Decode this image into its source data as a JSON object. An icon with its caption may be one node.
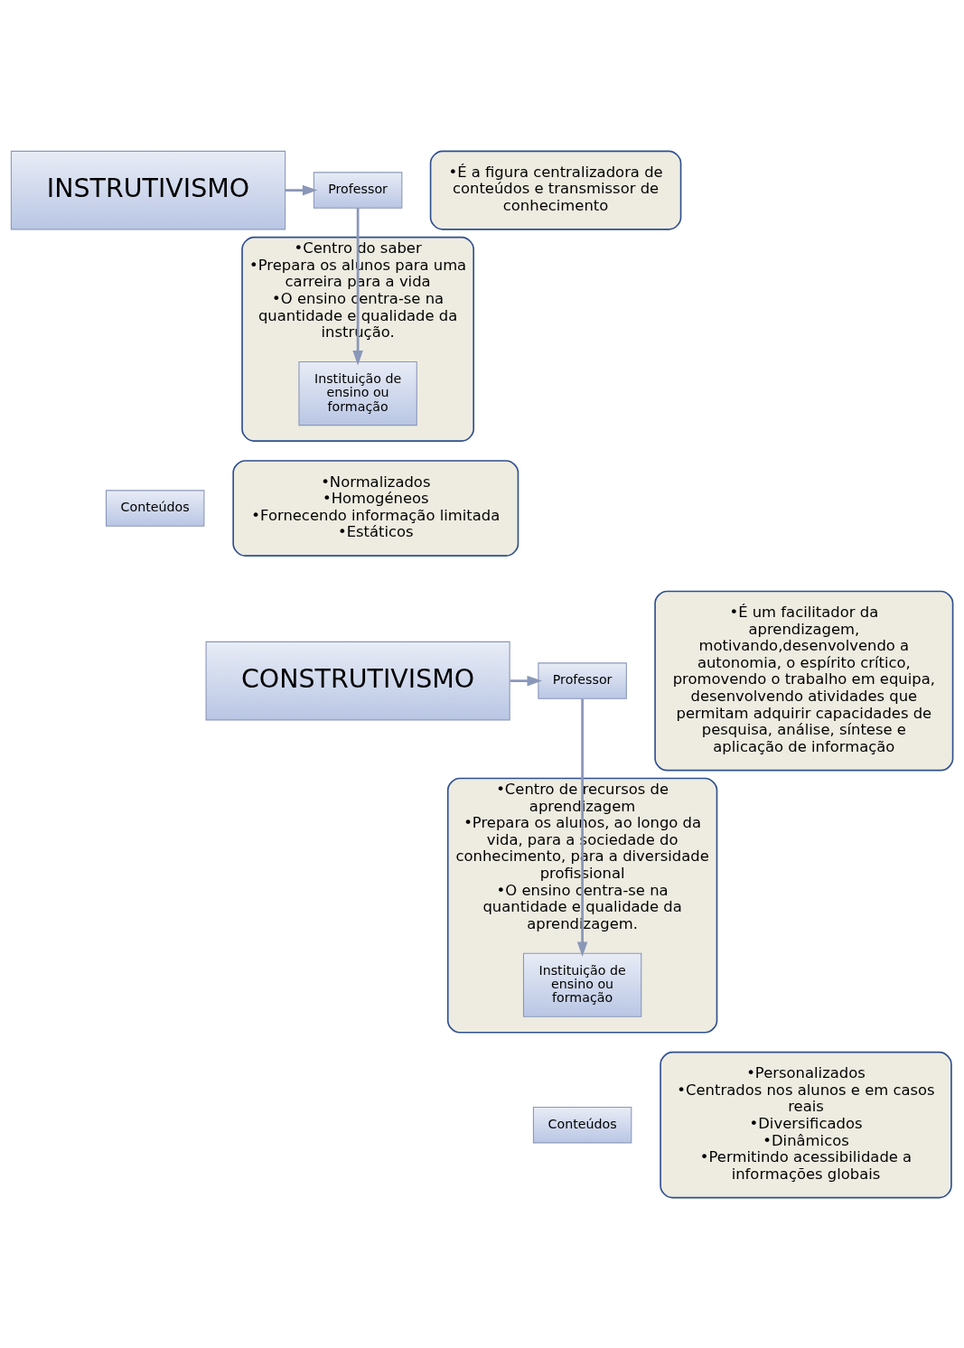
{
  "diagram": {
    "nodes": [
      {
        "text": [
          "INSTRUTIVISMO"
        ]
      },
      {
        "text": [
          "Professor"
        ]
      },
      {
        "text": [
          "•É a figura centralizadora de conteúdos e transmissor de conhecimento"
        ]
      },
      {
        "text": [
          "•Centro do saber",
          "•Prepara os alunos para uma carreira para a vida",
          "•O ensino centra-se na quantidade e qualidade da instrução."
        ]
      },
      {
        "text": [
          "Instituição de ensino ou formação"
        ],
        "in": 3
      },
      {
        "text": [
          "Conteúdos"
        ]
      },
      {
        "text": [
          "•Normalizados",
          "•Homogéneos",
          "•Fornecendo informação limitada",
          "•Estáticos"
        ]
      },
      {
        "text": [
          "CONSTRUTIVISMO"
        ]
      },
      {
        "text": [
          "Professor"
        ]
      },
      {
        "text": [
          "•É um facilitador da aprendizagem, motivando,desenvolvendo a autonomia, o espírito crítico, promovendo o trabalho em equipa, desenvolvendo atividades que permitam adquirir capacidades de pesquisa, análise, síntese e aplicação de informação"
        ]
      },
      {
        "text": [
          "•Centro de recursos de aprendizagem",
          "•Prepara os alunos, ao longo da vida, para a sociedade do conhecimento, para a diversidade profissional",
          "•O ensino centra-se na quantidade e qualidade da aprendizagem."
        ]
      },
      {
        "text": [
          "Instituição de ensino ou formação"
        ],
        "in": 10
      },
      {
        "text": [
          "Conteúdos"
        ]
      },
      {
        "text": [
          "•Personalizados",
          "•Centrados nos alunos e em casos reais",
          "•Diversificados",
          "•Dinâmicos",
          "•Permitindo acessibilidade a informações globais"
        ]
      }
    ],
    "edges": [
      {
        "from": 0,
        "to": 1,
        "arrow": "to"
      },
      {
        "from": 1,
        "to": 4,
        "arrow": "to"
      },
      {
        "from": 7,
        "to": 8,
        "arrow": "to"
      },
      {
        "from": 8,
        "to": 11,
        "arrow": "to"
      }
    ]
  }
}
